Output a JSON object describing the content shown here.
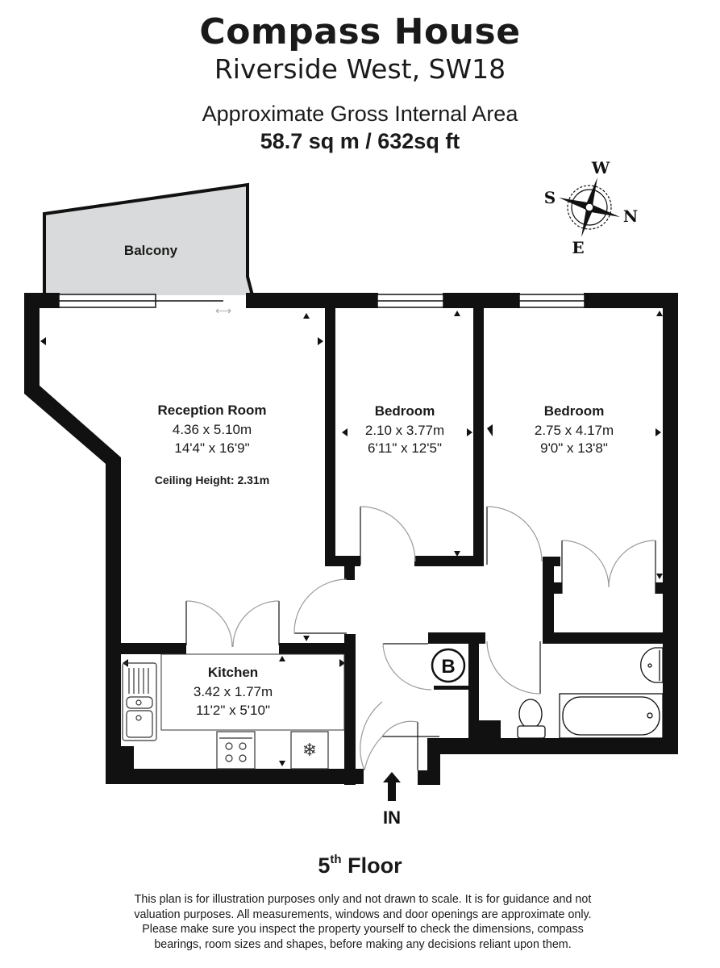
{
  "header": {
    "title": "Compass House",
    "subtitle": "Riverside West, SW18",
    "area_label": "Approximate Gross Internal Area",
    "area_value": "58.7 sq m / 632sq ft"
  },
  "compass": {
    "icon": "compass-rose-icon",
    "top": "W",
    "left": "S",
    "right": "N",
    "bottom": "E"
  },
  "rooms": {
    "balcony": {
      "name": "Balcony"
    },
    "reception": {
      "name": "Reception Room",
      "metric": "4.36 x 5.10m",
      "imperial": "14'4\" x 16'9\"",
      "ceiling": "Ceiling Height: 2.31m"
    },
    "bedroom1": {
      "name": "Bedroom",
      "metric": "2.10 x 3.77m",
      "imperial": "6'11\" x 12'5\""
    },
    "bedroom2": {
      "name": "Bedroom",
      "metric": "2.75 x 4.17m",
      "imperial": "9'0\" x 13'8\""
    },
    "kitchen": {
      "name": "Kitchen",
      "metric": "3.42 x 1.77m",
      "imperial": "11'2\" x 5'10\""
    }
  },
  "fixtures": {
    "boiler_label": "B",
    "entrance_label": "IN"
  },
  "colors": {
    "wall": "#111111",
    "balcony_fill": "#d9dadb",
    "door_arc": "#9a9a9a"
  },
  "footer": {
    "floor_number": "5",
    "floor_suffix": "th",
    "floor_word": "Floor",
    "disclaimer_lines": [
      "This plan is for illustration purposes only and not drawn to scale. It is for guidance and not",
      "valuation purposes. All measurements, windows and door openings are approximate only.",
      "Please make sure you inspect the property yourself to check the dimensions, compass",
      "bearings, room sizes and shapes, before making any decisions reliant upon them."
    ]
  }
}
